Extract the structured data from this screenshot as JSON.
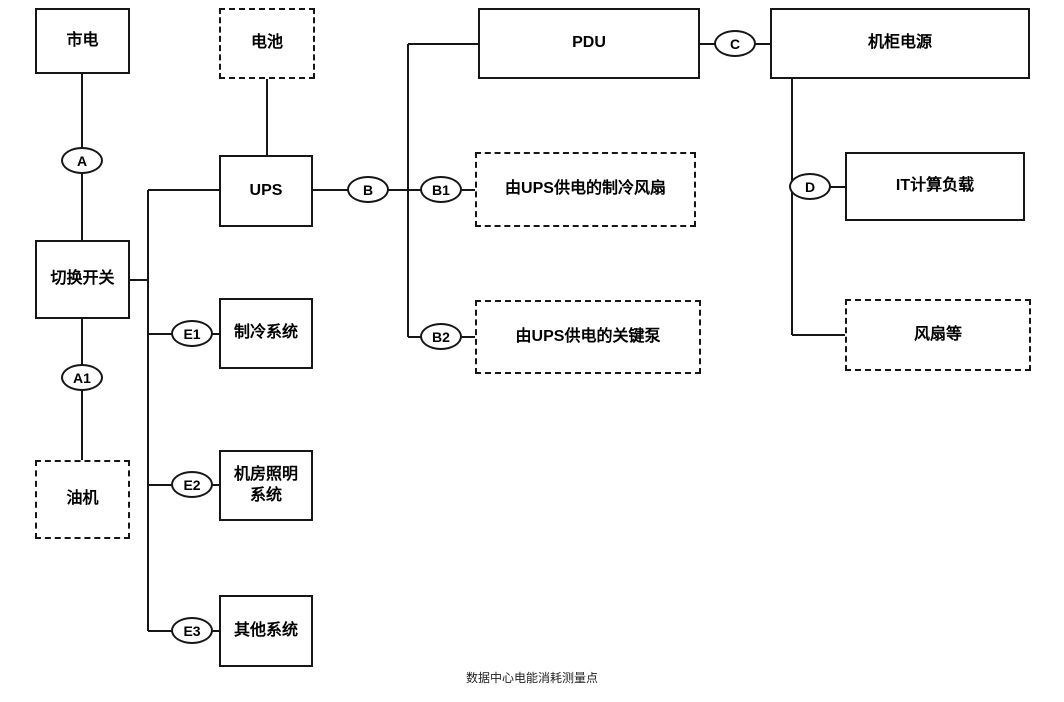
{
  "diagram": {
    "caption": "数据中心电能消耗测量点",
    "boxes": {
      "mains": "市电",
      "battery": "电池",
      "pdu": "PDU",
      "cabinet_power": "机柜电源",
      "ups": "UPS",
      "ups_cooling_fans": "由UPS供电的制冷风扇",
      "it_load": "IT计算负载",
      "transfer_switch": "切换开关",
      "cooling_system": "制冷系统",
      "ups_key_pumps": "由UPS供电的关键泵",
      "fans_etc": "风扇等",
      "generator": "油机",
      "lighting_system": "机房照明系统",
      "other_systems": "其他系统"
    },
    "points": {
      "A": "A",
      "A1": "A1",
      "B": "B",
      "B1": "B1",
      "B2": "B2",
      "C": "C",
      "D": "D",
      "E1": "E1",
      "E2": "E2",
      "E3": "E3"
    }
  }
}
